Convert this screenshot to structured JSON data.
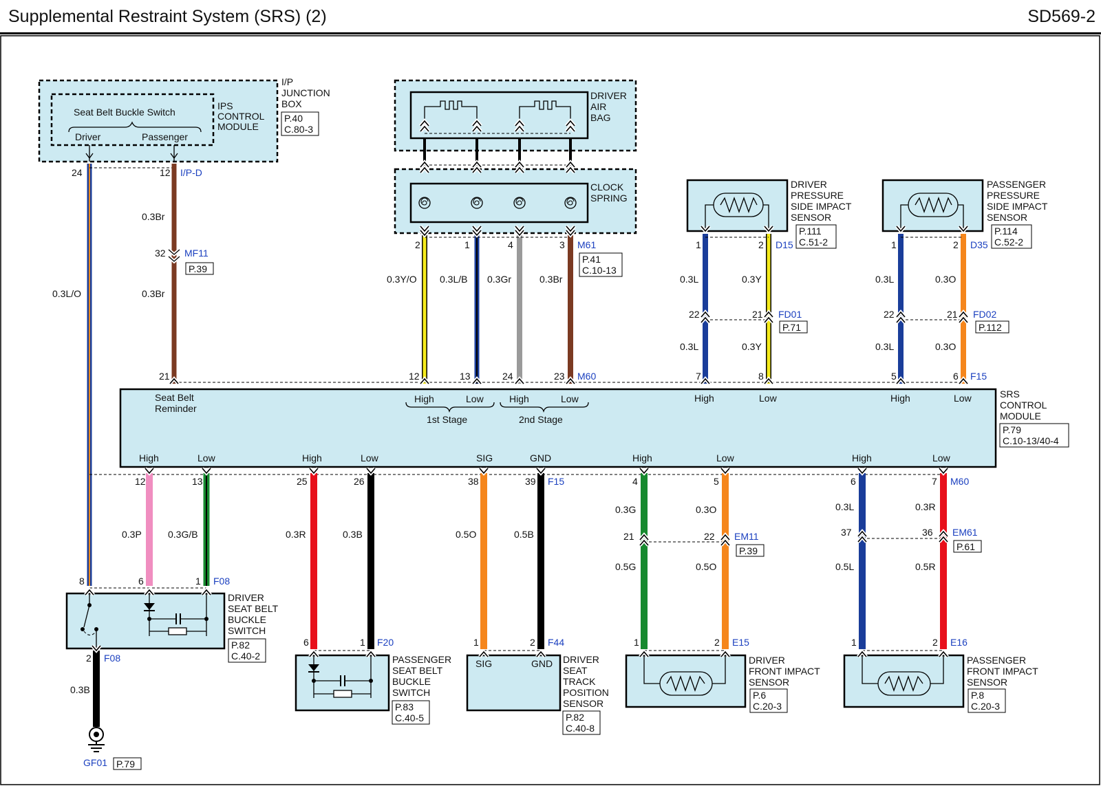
{
  "header": {
    "title": "Supplemental Restraint System (SRS) (2)",
    "page_code": "SD569-2"
  },
  "ip_junction": {
    "label1": "I/P",
    "label2": "JUNCTION",
    "label3": "BOX",
    "ref1": "P.40",
    "ref2": "C.80-3",
    "ips1": "IPS",
    "ips2": "CONTROL",
    "ips3": "MODULE",
    "switch_title": "Seat Belt Buckle Switch",
    "driver": "Driver",
    "passenger": "Passenger"
  },
  "airbag": {
    "l1": "DRIVER",
    "l2": "AIR",
    "l3": "BAG"
  },
  "clock": {
    "l1": "CLOCK",
    "l2": "SPRING"
  },
  "dpsis": {
    "l1": "DRIVER",
    "l2": "PRESSURE",
    "l3": "SIDE IMPACT",
    "l4": "SENSOR",
    "ref1": "P.111",
    "ref2": "C.51-2"
  },
  "ppsis": {
    "l1": "PASSENGER",
    "l2": "PRESSURE",
    "l3": "SIDE IMPACT",
    "l4": "SENSOR",
    "ref1": "P.114",
    "ref2": "C.52-2"
  },
  "srs": {
    "l1": "SRS",
    "l2": "CONTROL",
    "l3": "MODULE",
    "ref1": "P.79",
    "ref2": "C.10-13/40-4",
    "seatbelt1": "Seat Belt",
    "seatbelt2": "Reminder",
    "high": "High",
    "low": "Low",
    "sig": "SIG",
    "gnd": "GND",
    "stage1": "1st Stage",
    "stage2": "2nd Stage"
  },
  "connectors": {
    "ipd": "I/P-D",
    "mf11": "MF11",
    "mf11_ref": "P.39",
    "m61": "M61",
    "m61_ref1": "P.41",
    "m61_ref2": "C.10-13",
    "m60": "M60",
    "d15": "D15",
    "d35": "D35",
    "fd01": "FD01",
    "fd01_ref": "P.71",
    "fd02": "FD02",
    "fd02_ref": "P.112",
    "f15": "F15",
    "f08": "F08",
    "f20": "F20",
    "f44": "F44",
    "em11": "EM11",
    "em11_ref": "P.39",
    "em61": "EM61",
    "em61_ref": "P.61",
    "e15": "E15",
    "e16": "E16",
    "gf01": "GF01",
    "gf01_ref": "P.79"
  },
  "wires": {
    "w_03lo": "0.3L/O",
    "w_03br": "0.3Br",
    "w_03yo": "0.3Y/O",
    "w_03lb": "0.3L/B",
    "w_03gr": "0.3Gr",
    "w_03l": "0.3L",
    "w_03y": "0.3Y",
    "w_03o": "0.3O",
    "w_03p": "0.3P",
    "w_03gb": "0.3G/B",
    "w_03r": "0.3R",
    "w_03b": "0.3B",
    "w_05o": "0.5O",
    "w_05b": "0.5B",
    "w_03g": "0.3G",
    "w_05g": "0.5G",
    "w_05l": "0.5L",
    "w_05r": "0.5R"
  },
  "pins": {
    "p24": "24",
    "p12": "12",
    "p32": "32",
    "p21": "21",
    "p2": "2",
    "p1": "1",
    "p4": "4",
    "p3": "3",
    "p13": "13",
    "p23": "23",
    "p22": "22",
    "p7": "7",
    "p8": "8",
    "p5": "5",
    "p6": "6",
    "p25": "25",
    "p26": "26",
    "p38": "38",
    "p39": "39",
    "p37": "37",
    "p36": "36"
  },
  "driver_buckle": {
    "l1": "DRIVER",
    "l2": "SEAT BELT",
    "l3": "BUCKLE",
    "l4": "SWITCH",
    "ref1": "P.82",
    "ref2": "C.40-2"
  },
  "pass_buckle": {
    "l1": "PASSENGER",
    "l2": "SEAT BELT",
    "l3": "BUCKLE",
    "l4": "SWITCH",
    "ref1": "P.83",
    "ref2": "C.40-5"
  },
  "seat_track": {
    "l1": "DRIVER",
    "l2": "SEAT",
    "l3": "TRACK",
    "l4": "POSITION",
    "l5": "SENSOR",
    "ref1": "P.82",
    "ref2": "C.40-8"
  },
  "dfis": {
    "l1": "DRIVER",
    "l2": "FRONT IMPACT",
    "l3": "SENSOR",
    "ref1": "P.6",
    "ref2": "C.20-3"
  },
  "pfis": {
    "l1": "PASSENGER",
    "l2": "FRONT IMPACT",
    "l3": "SENSOR",
    "ref1": "P.8",
    "ref2": "C.20-3"
  },
  "colors": {
    "module_fill": "#cdeaf2",
    "blue_text": "#1a3fbf",
    "brown": "#7b3a22",
    "navy": "#1a3d9a"
  }
}
